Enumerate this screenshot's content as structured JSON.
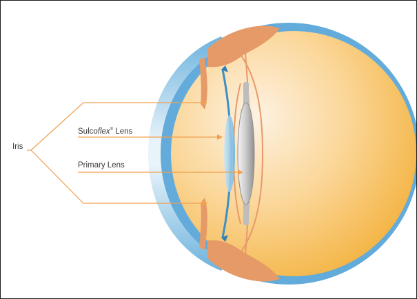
{
  "labels": {
    "iris": "Iris",
    "sulcoflex_prefix": "Sulco",
    "sulcoflex_italic": "flex",
    "sulcoflex_mark": "®",
    "sulcoflex_suffix": " Lens",
    "primary_lens": "Primary Lens"
  },
  "colors": {
    "leader_line": "#f0a050",
    "cornea": "#6fb4dd",
    "sclera": "#5aa7d8",
    "ciliary": "#e8996a",
    "vitreous_light": "#fdf1de",
    "vitreous_dark": "#f3b43a",
    "primary_lens": "#d9d9d9",
    "sulcoflex_lens": "#4a9fd0"
  }
}
